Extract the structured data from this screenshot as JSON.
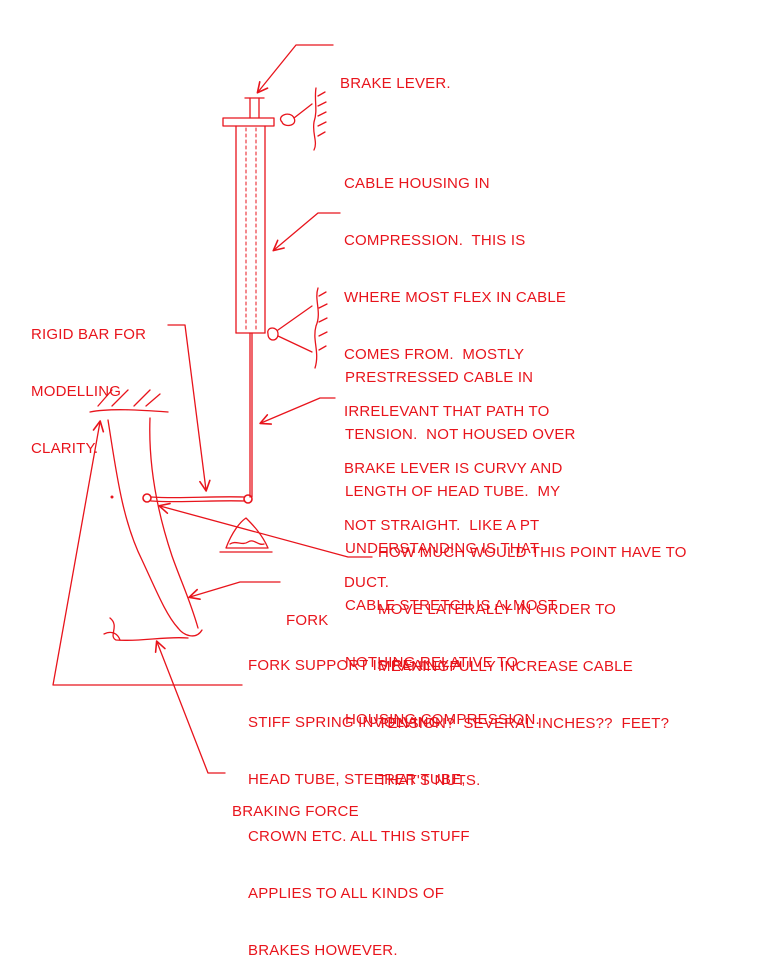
{
  "colors": {
    "ink": "#e8141c",
    "background": "#ffffff"
  },
  "labels": {
    "brake_lever": [
      "BRAKE LEVER."
    ],
    "cable_housing": [
      "CABLE HOUSING IN",
      "COMPRESSION.  THIS IS",
      "WHERE MOST FLEX IN CABLE",
      "COMES FROM.  MOSTLY",
      "IRRELEVANT THAT PATH TO",
      "BRAKE LEVER IS CURVY AND",
      "NOT STRAIGHT.  LIKE A PT",
      "DUCT."
    ],
    "rigid_bar": [
      "RIGID BAR FOR",
      "MODELLING",
      "CLARITY."
    ],
    "prestressed_cable": [
      "PRESTRESSED CABLE IN",
      "TENSION.  NOT HOUSED OVER",
      "LENGTH OF HEAD TUBE.  MY",
      "UNDERSTANDING IS THAT",
      "CABLE STRETCH IS ALMOST",
      "NOTHING RELATIVE TO",
      "HOUSING COMPRESSION."
    ],
    "lateral_question": [
      "HOW MUCH WOULD THIS POINT HAVE TO",
      "MOVE LATERALLY IN ORDER TO",
      "MEANINGFULLY INCREASE CABLE",
      "TENSION?  SEVERAL INCHES??  FEET?",
      "THAT'S NUTS."
    ],
    "fork": [
      "FORK"
    ],
    "fork_support": [
      "FORK SUPPORT IS REALLY A",
      "STIFF SPRING INVOLVING",
      "HEAD TUBE, STEERER TUBE,",
      "CROWN ETC. ALL THIS STUFF",
      "APPLIES TO ALL KINDS OF",
      "BRAKES HOWEVER."
    ],
    "braking_force": [
      "BRAKING FORCE"
    ]
  }
}
